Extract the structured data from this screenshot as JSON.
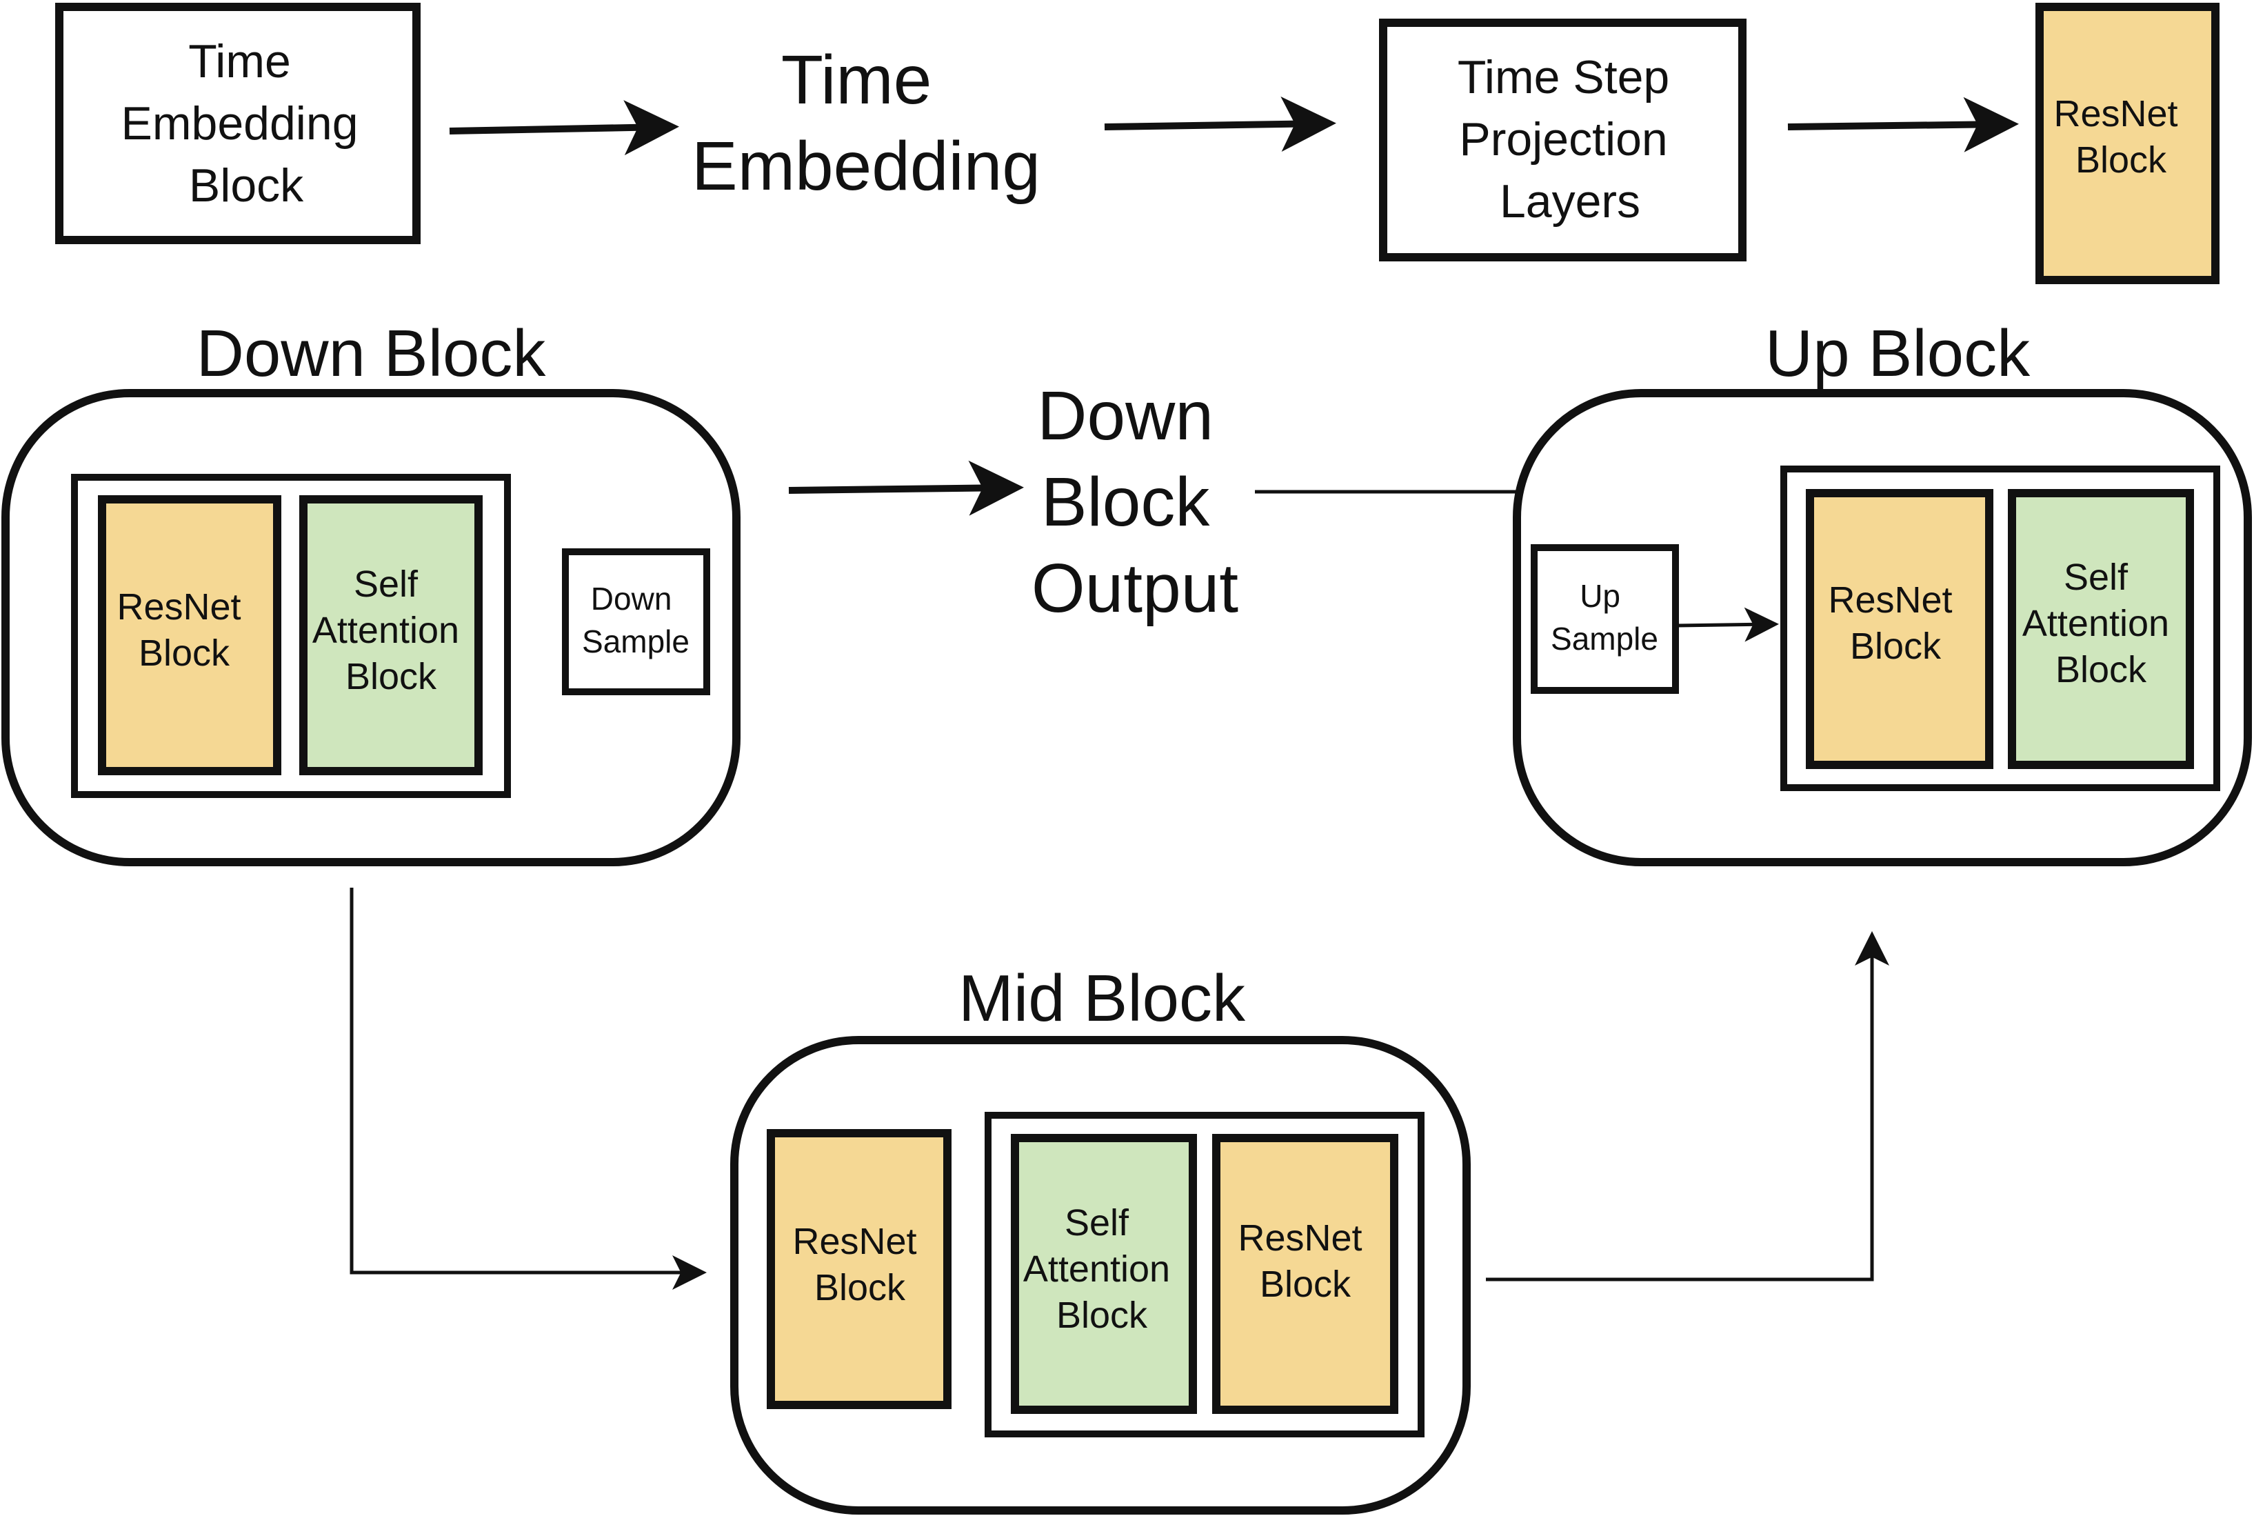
{
  "colors": {
    "resnet": "#f5d894",
    "attention": "#cfe6bd",
    "stroke": "#111111",
    "background": "#ffffff"
  },
  "top_row": {
    "time_embedding_block": [
      "Time",
      "Embedding",
      "Block"
    ],
    "time_embedding": [
      "Time",
      "Embedding"
    ],
    "time_step_projection": [
      "Time Step",
      "Projection",
      "Layers"
    ],
    "resnet_block": [
      "ResNet",
      "Block"
    ]
  },
  "down_block": {
    "title": "Down Block",
    "resnet": [
      "ResNet",
      "Block"
    ],
    "attention": [
      "Self",
      "Attention",
      "Block"
    ],
    "down_sample": [
      "Down",
      "Sample"
    ]
  },
  "down_block_output": [
    "Down",
    "Block",
    "Output"
  ],
  "up_block": {
    "title": "Up Block",
    "up_sample": [
      "Up",
      "Sample"
    ],
    "resnet": [
      "ResNet",
      "Block"
    ],
    "attention": [
      "Self",
      "Attention",
      "Block"
    ]
  },
  "mid_block": {
    "title": "Mid Block",
    "resnet_1": [
      "ResNet",
      "Block"
    ],
    "attention": [
      "Self",
      "Attention",
      "Block"
    ],
    "resnet_2": [
      "ResNet",
      "Block"
    ]
  }
}
